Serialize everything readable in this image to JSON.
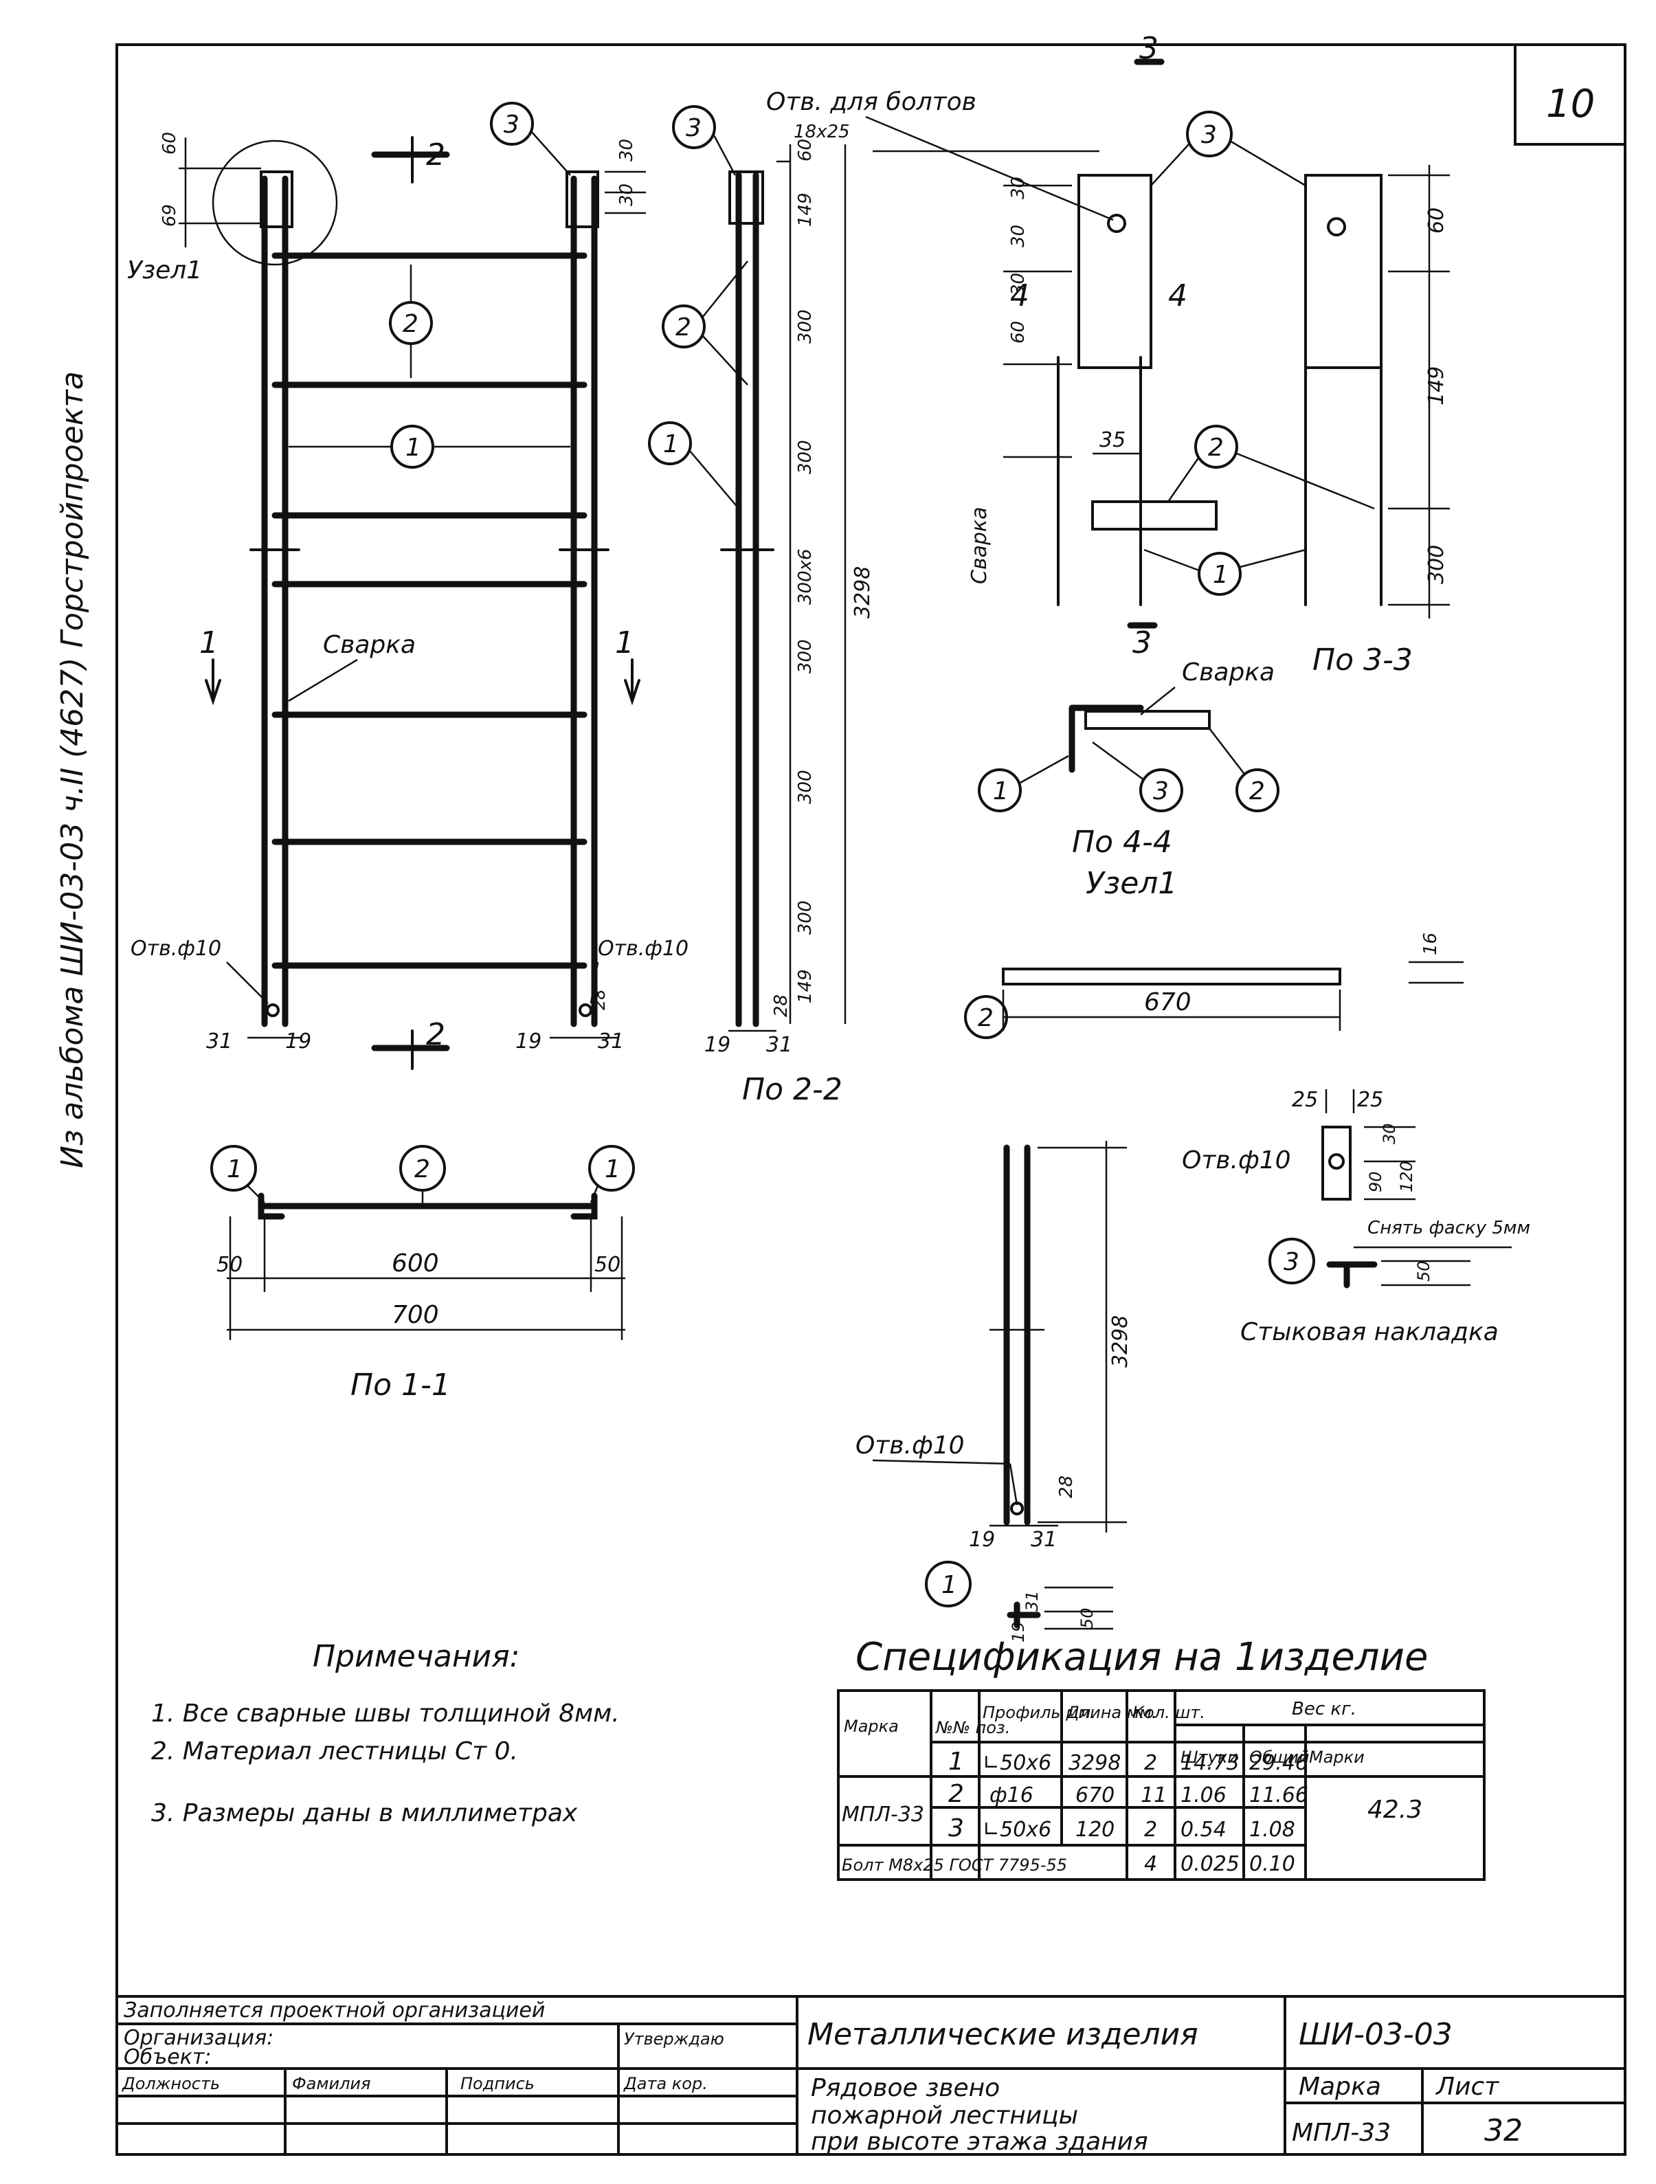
{
  "sheet_marker": "10",
  "side_note": "Из альбома ШИ-03-03 ч.II (4627) Горстройпроекта",
  "labels": {
    "bolt_holes": "Отв. для болтов",
    "bolt_holes_size": "18x25",
    "node1": "Узел1",
    "weld": "Сварка",
    "hole_phi10": "Отв.ф10",
    "section_2_2": "По 2-2",
    "section_3_3": "По 3-3",
    "section_4_4": "По 4-4",
    "node1_under": "Узел1",
    "section_1_1": "По 1-1",
    "chamfer": "Снять фаску 5мм",
    "butt_plate": "Стыковая накладка",
    "hole_phi10_b": "Отв.ф10"
  },
  "marks": {
    "m1": "1",
    "m2": "2",
    "m3": "3"
  },
  "section_marks": {
    "s1": "1",
    "s2": "2",
    "s3": "3",
    "s4": "4"
  },
  "dims": {
    "d60": "60",
    "d69": "69",
    "d30": "30",
    "d149": "149",
    "d300": "300",
    "d300x6": "300x6",
    "d3298": "3298",
    "d28": "28",
    "d19": "19",
    "d31": "31",
    "d35": "35",
    "d16": "16",
    "d670": "670",
    "d600": "600",
    "d700": "700",
    "d50": "50",
    "d25": "25",
    "d120": "120",
    "d90": "90"
  },
  "notes": {
    "title": "Примечания:",
    "items": [
      "1. Все сварные швы толщиной 8мм.",
      "2. Материал лестницы Ст 0.",
      "3. Размеры даны в миллиметрах"
    ]
  },
  "spec": {
    "title": "Спецификация на 1изделие",
    "headers": {
      "mark": "Марка",
      "pos": "№№ поз.",
      "profile": "Профиль мм.",
      "length": "Длина мм.",
      "qty": "Кол. шт.",
      "weight": "Вес кг.",
      "w_piece": "Штуки",
      "w_total": "Общий",
      "w_mark": "Марки"
    },
    "mark_value": "МПЛ-33",
    "total_mark_weight": "42.3",
    "rows": [
      {
        "pos": "1",
        "profile": "∟50x6",
        "length": "3298",
        "qty": "2",
        "w_piece": "14.73",
        "w_total": "29.46"
      },
      {
        "pos": "2",
        "profile": "ф16",
        "length": "670",
        "qty": "11",
        "w_piece": "1.06",
        "w_total": "11.66"
      },
      {
        "pos": "3",
        "profile": "∟50x6",
        "length": "120",
        "qty": "2",
        "w_piece": "0.54",
        "w_total": "1.08"
      }
    ],
    "bolt_row": {
      "name": "Болт М8x25 ГОСТ 7795-55",
      "qty": "4",
      "w_piece": "0.025",
      "w_total": "0.10"
    }
  },
  "title_block": {
    "filled_by": "Заполняется проектной организацией",
    "organization": "Организация:",
    "object": "Объект:",
    "position": "Должность",
    "surname": "Фамилия",
    "signature": "Подпись",
    "approval": "Утверждаю",
    "date": "Дата кор.",
    "main_title": "Металлические изделия",
    "sub_title_1": "Рядовое звено",
    "sub_title_2": "пожарной лестницы",
    "sub_title_3": "при высоте этажа здания",
    "album_code": "ШИ-03-03",
    "mark_label": "Марка",
    "sheet_label": "Лист",
    "mark_value": "МПЛ-33",
    "sheet_value": "32"
  }
}
